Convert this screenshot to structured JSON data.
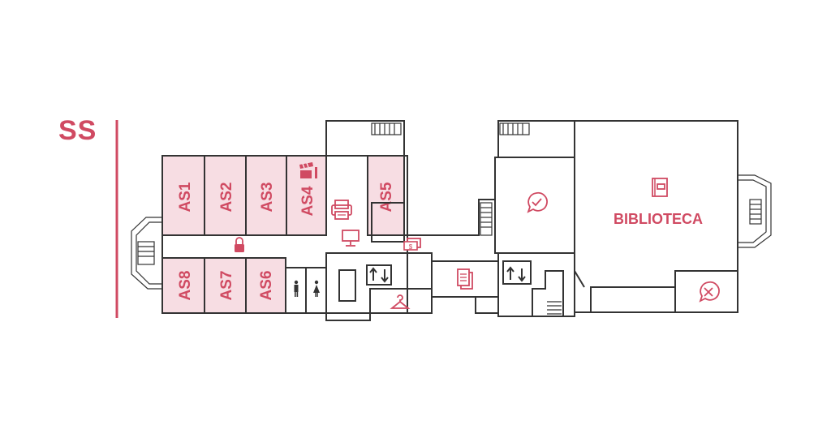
{
  "floor": {
    "label": "SS"
  },
  "rooms": {
    "as1": "AS1",
    "as2": "AS2",
    "as3": "AS3",
    "as4": "AS4",
    "as5": "AS5",
    "as6": "AS6",
    "as7": "AS7",
    "as8": "AS8",
    "library": "BIBLIOTECA"
  },
  "icons": {
    "lock": "lock-icon",
    "printer": "printer-icon",
    "computer": "computer-icon",
    "payment": "cash-payment-icon",
    "clapperboard": "clapperboard-icon",
    "elevator": "elevator-icon",
    "toilets": "toilet-icon",
    "cloakroom": "hanger-icon",
    "documents": "documents-icon",
    "info": "info-check-icon",
    "no-entry": "closed-icon",
    "library-book": "book-icon"
  },
  "colors": {
    "accent": "#d04a62",
    "room_fill": "#f7dde3",
    "wall": "#333333"
  }
}
